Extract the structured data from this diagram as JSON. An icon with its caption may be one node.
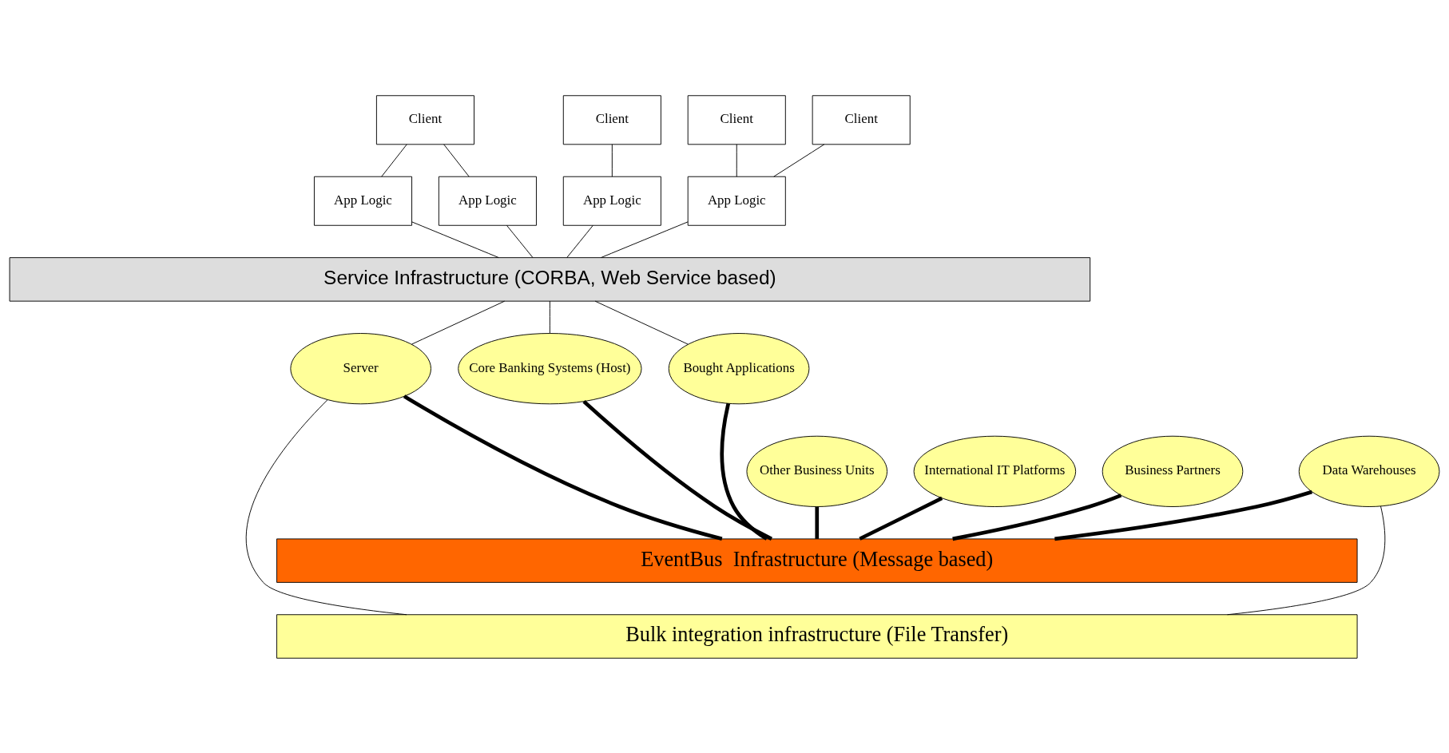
{
  "diagram": {
    "nodes": [
      {
        "text": [
          "Client"
        ]
      },
      {
        "text": [
          "Client"
        ]
      },
      {
        "text": [
          "Client"
        ]
      },
      {
        "text": [
          "Client"
        ]
      },
      {
        "text": [
          "App Logic"
        ]
      },
      {
        "text": [
          "App Logic"
        ]
      },
      {
        "text": [
          "App Logic"
        ]
      },
      {
        "text": [
          "App Logic"
        ]
      },
      {
        "text": [
          "Service Infrastructure (CORBA, Web Service based)"
        ]
      },
      {
        "text": [
          "Server"
        ]
      },
      {
        "text": [
          "Core Banking Systems (Host)"
        ]
      },
      {
        "text": [
          "Bought Applications"
        ]
      },
      {
        "text": [
          "Other Business Units"
        ]
      },
      {
        "text": [
          "International IT Platforms"
        ]
      },
      {
        "text": [
          "Data Warehouses"
        ]
      },
      {
        "text": [
          "Business Partners"
        ]
      },
      {
        "text": [
          "EventBus  Infrastructure (Message based)"
        ]
      },
      {
        "text": [
          "Bulk integration infrastructure (File Transfer)"
        ]
      }
    ],
    "edges": [
      {
        "from": 0,
        "to": 4,
        "arrow": "none"
      },
      {
        "from": 0,
        "to": 5,
        "arrow": "none"
      },
      {
        "from": 1,
        "to": 6,
        "arrow": "none"
      },
      {
        "from": 2,
        "to": 7,
        "arrow": "none"
      },
      {
        "from": 3,
        "to": 7,
        "arrow": "none"
      },
      {
        "from": 4,
        "to": 8,
        "arrow": "none"
      },
      {
        "from": 5,
        "to": 8,
        "arrow": "none"
      },
      {
        "from": 6,
        "to": 8,
        "arrow": "none"
      },
      {
        "from": 7,
        "to": 8,
        "arrow": "none"
      },
      {
        "from": 8,
        "to": 9,
        "arrow": "none"
      },
      {
        "from": 8,
        "to": 10,
        "arrow": "none"
      },
      {
        "from": 8,
        "to": 11,
        "arrow": "none"
      },
      {
        "from": 12,
        "to": 16,
        "arrow": "none",
        "style": "thick"
      },
      {
        "from": 9,
        "to": 16,
        "arrow": "none",
        "style": "thick"
      },
      {
        "from": 13,
        "to": 16,
        "arrow": "none",
        "style": "thick"
      },
      {
        "from": 10,
        "to": 16,
        "arrow": "none",
        "style": "thick"
      },
      {
        "from": 14,
        "to": 16,
        "arrow": "none",
        "style": "thick"
      },
      {
        "from": 11,
        "to": 16,
        "arrow": "none",
        "style": "thick"
      },
      {
        "from": 15,
        "to": 16,
        "arrow": "none",
        "style": "thick"
      },
      {
        "from": 9,
        "to": 17,
        "arrow": "none"
      },
      {
        "from": 14,
        "to": 17,
        "arrow": "none"
      }
    ]
  }
}
